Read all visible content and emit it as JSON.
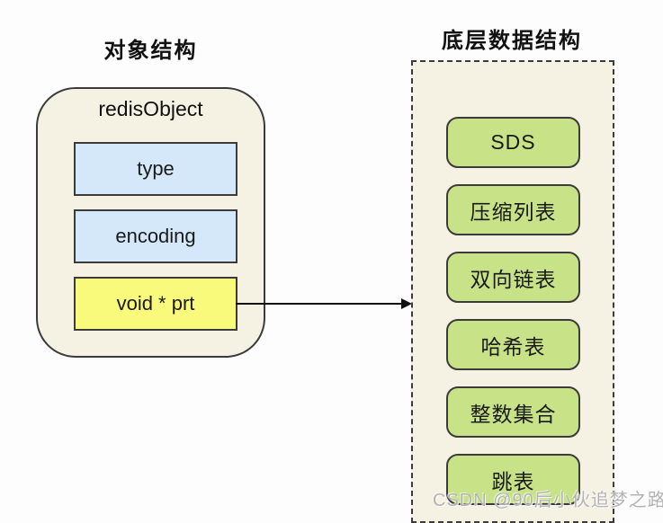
{
  "diagram": {
    "left": {
      "title": "对象结构",
      "container_label": "redisObject",
      "fields": [
        {
          "label": "type"
        },
        {
          "label": "encoding"
        },
        {
          "label": "void * prt"
        }
      ]
    },
    "right": {
      "title": "底层数据结构",
      "structures": [
        {
          "label": "SDS"
        },
        {
          "label": "压缩列表"
        },
        {
          "label": "双向链表"
        },
        {
          "label": "哈希表"
        },
        {
          "label": "整数集合"
        },
        {
          "label": "跳表"
        }
      ]
    },
    "arrow": {
      "from": "void * prt",
      "to": "底层数据结构"
    },
    "watermark": "CSDN @90后小伙追梦之路",
    "colors": {
      "panel_fill": "#f5f1e3",
      "field_blue": "#d5e8fa",
      "field_yellow": "#f9f97c",
      "structure_green": "#c7e287",
      "border": "#3b3b3b",
      "watermark_gray": "#b3b3b3",
      "background": "#fdfdfd"
    }
  }
}
